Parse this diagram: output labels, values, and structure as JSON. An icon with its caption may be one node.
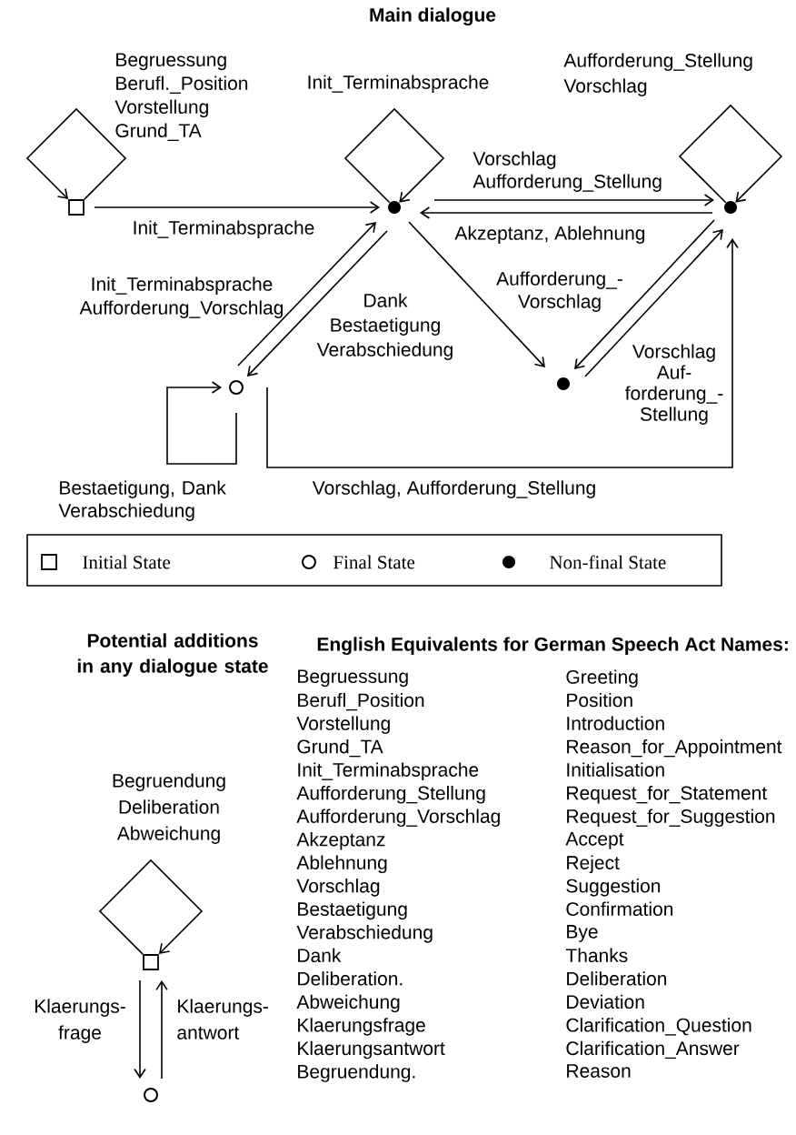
{
  "diagram": {
    "title": "Main dialogue",
    "nodes": [
      {
        "text": [],
        "shape": "box"
      },
      {
        "text": [],
        "shape": "dot"
      },
      {
        "text": [],
        "shape": "dot"
      },
      {
        "text": [],
        "shape": "circle"
      },
      {
        "text": [],
        "shape": "dot"
      },
      {
        "text": [],
        "shape": "box"
      },
      {
        "text": [],
        "shape": "circle"
      }
    ],
    "edges": [
      {
        "from": 0,
        "to": 0,
        "arrow": "to",
        "label": "Begruessung Berufl._Position Vorstellung Grund_TA"
      },
      {
        "from": 0,
        "to": 1,
        "arrow": "to",
        "label": "Init_Terminabsprache"
      },
      {
        "from": 1,
        "to": 1,
        "arrow": "to",
        "label": "Init_Terminabsprache"
      },
      {
        "from": 2,
        "to": 2,
        "arrow": "to",
        "label": "Aufforderung_Stellung Vorschlag"
      },
      {
        "from": 1,
        "to": 2,
        "arrow": "to",
        "label": "Vorschlag Aufforderung_Stellung"
      },
      {
        "from": 2,
        "to": 1,
        "arrow": "to",
        "label": "Akzeptanz, Ablehnung"
      },
      {
        "from": 3,
        "to": 1,
        "arrow": "to",
        "label": "Init_Terminabsprache Aufforderung_Vorschlag"
      },
      {
        "from": 1,
        "to": 3,
        "arrow": "to",
        "label": "Dank Bestaetigung Verabschiedung"
      },
      {
        "from": 1,
        "to": 4,
        "arrow": "to",
        "label": "Aufforderung_- Vorschlag"
      },
      {
        "from": 2,
        "to": 4,
        "arrow": "to"
      },
      {
        "from": 4,
        "to": 2,
        "arrow": "to",
        "label": "Vorschlag Auf- forderung_- Stellung"
      },
      {
        "from": 3,
        "to": 3,
        "arrow": "to",
        "label": "Bestaetigung, Dank Verabschiedung"
      },
      {
        "from": 3,
        "to": 2,
        "arrow": "to",
        "label": "Vorschlag, Aufforderung_Stellung"
      },
      {
        "from": 5,
        "to": 5,
        "arrow": "to",
        "label": "Begruendung Deliberation Abweichung"
      },
      {
        "from": 5,
        "to": 6,
        "arrow": "to",
        "label": "Klaerungs- frage"
      },
      {
        "from": 6,
        "to": 5,
        "arrow": "to",
        "label": "Klaerungs- antwort"
      }
    ],
    "labels": [
      "Potential additions in any dialogue state",
      "English Equivalents for German Speech Act Names:",
      "Begruessung",
      "Greeting",
      "Berufl_Position",
      "Position",
      "Vorstellung",
      "Introduction",
      "Grund_TA",
      "Reason_for_Appointment",
      "Init_Terminabsprache",
      "Initialisation",
      "Aufforderung_Stellung",
      "Request_for_Statement",
      "Aufforderung_Vorschlag",
      "Request_for_Suggestion",
      "Akzeptanz",
      "Accept",
      "Ablehnung",
      "Reject",
      "Vorschlag",
      "Suggestion",
      "Bestaetigung",
      "Confirmation",
      "Verabschiedung",
      "Bye",
      "Dank",
      "Thanks",
      "Deliberation.",
      "Deliberation",
      "Abweichung",
      "Deviation",
      "Klaerungsfrage",
      "Clarification_Question",
      "Klaerungsantwort",
      "Clarification_Answer",
      "Begruendung.",
      "Reason"
    ],
    "legend": [
      {
        "text": "Initial State"
      },
      {
        "text": "Final State"
      },
      {
        "text": "Non-final State"
      }
    ]
  }
}
